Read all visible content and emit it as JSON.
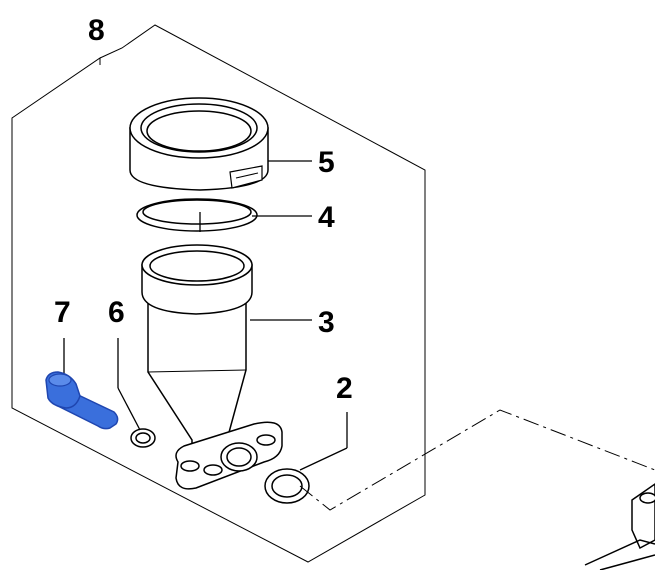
{
  "callouts": {
    "assembly": "8",
    "cap": "5",
    "cap_seal": "4",
    "reservoir": "3",
    "bolt": "7",
    "washer": "6",
    "o_ring": "2"
  },
  "colors": {
    "line": "#000000",
    "bolt": "#3a6fdc",
    "bolt_dark": "#1f46b0"
  }
}
